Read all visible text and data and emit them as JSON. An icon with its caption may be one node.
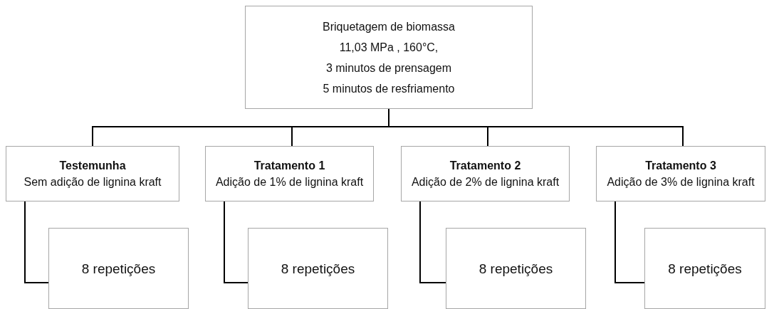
{
  "diagram": {
    "nodes": [
      {
        "text": [
          "Briquetagem de biomassa",
          "11,03 MPa , 160°C,",
          "3 minutos de prensagem",
          "5 minutos de resfriamento"
        ]
      },
      {
        "text": [
          "Testemunha",
          "Sem adição de lignina kraft"
        ]
      },
      {
        "text": [
          "Tratamento 1",
          "Adição de 1% de lignina kraft"
        ]
      },
      {
        "text": [
          "Tratamento 2",
          "Adição de 2% de lignina kraft"
        ]
      },
      {
        "text": [
          "Tratamento 3",
          "Adição de 3% de lignina kraft"
        ]
      },
      {
        "text": [
          "8 repetições"
        ]
      },
      {
        "text": [
          "8 repetições"
        ]
      },
      {
        "text": [
          "8 repetições"
        ]
      },
      {
        "text": [
          "8 repetições"
        ]
      }
    ],
    "edges": [
      {
        "from": 0,
        "to": 1,
        "arrow": "none"
      },
      {
        "from": 0,
        "to": 2,
        "arrow": "none"
      },
      {
        "from": 0,
        "to": 3,
        "arrow": "none"
      },
      {
        "from": 0,
        "to": 4,
        "arrow": "none"
      },
      {
        "from": 1,
        "to": 5,
        "arrow": "none"
      },
      {
        "from": 2,
        "to": 6,
        "arrow": "none"
      },
      {
        "from": 3,
        "to": 7,
        "arrow": "none"
      },
      {
        "from": 4,
        "to": 8,
        "arrow": "none"
      }
    ]
  }
}
